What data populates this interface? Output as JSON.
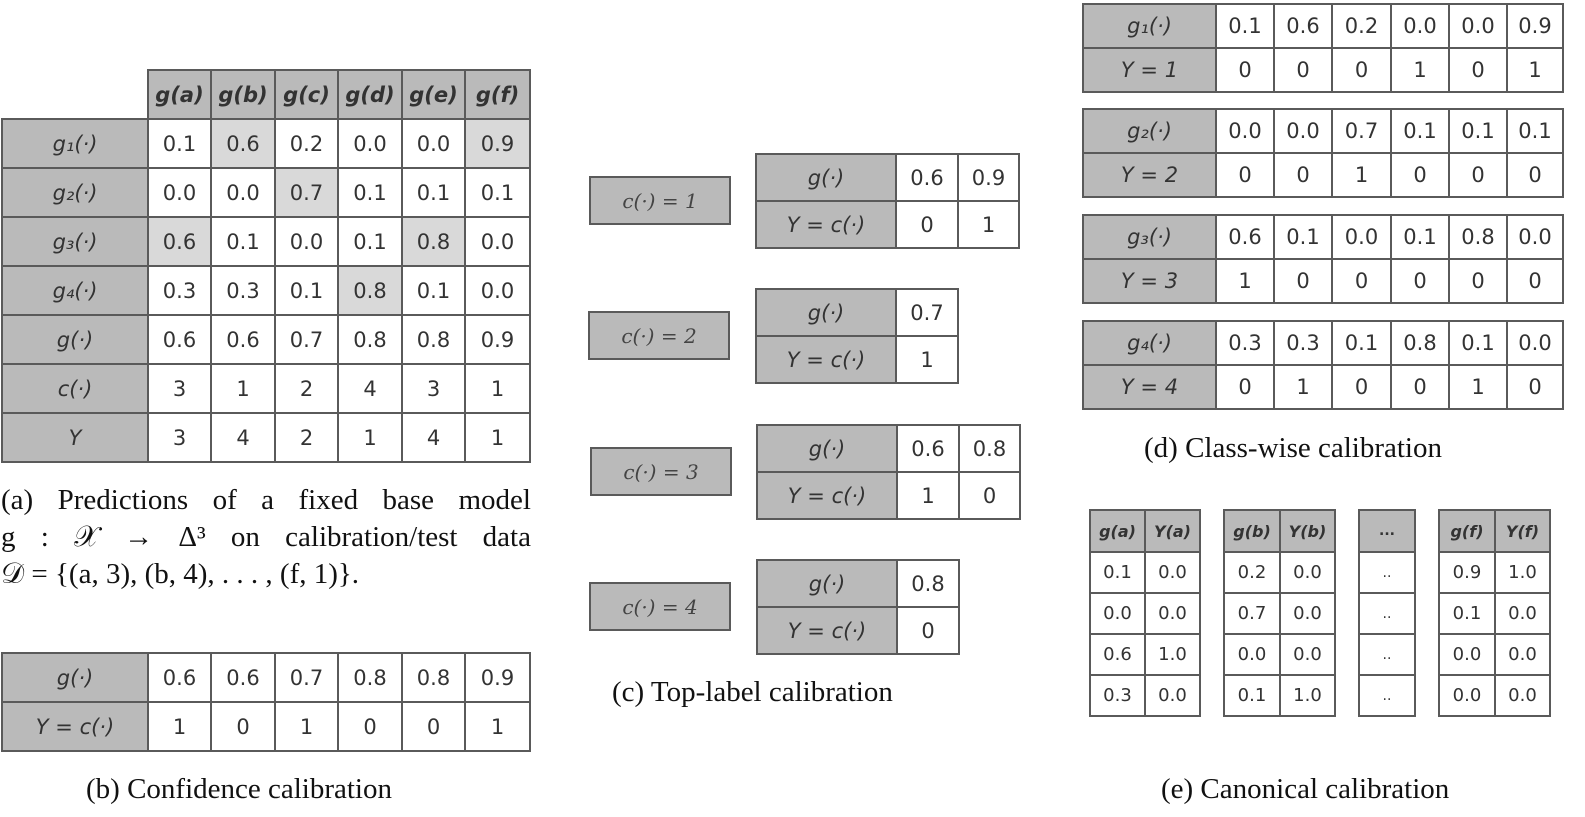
{
  "panel_a": {
    "columns": [
      "g(a)",
      "g(b)",
      "g(c)",
      "g(d)",
      "g(e)",
      "g(f)"
    ],
    "rows": [
      {
        "label": "g₁(·)",
        "values": [
          "0.1",
          "0.6",
          "0.2",
          "0.0",
          "0.0",
          "0.9"
        ],
        "highlight": [
          1,
          5
        ]
      },
      {
        "label": "g₂(·)",
        "values": [
          "0.0",
          "0.0",
          "0.7",
          "0.1",
          "0.1",
          "0.1"
        ],
        "highlight": [
          2
        ]
      },
      {
        "label": "g₃(·)",
        "values": [
          "0.6",
          "0.1",
          "0.0",
          "0.1",
          "0.8",
          "0.0"
        ],
        "highlight": [
          0,
          4
        ]
      },
      {
        "label": "g₄(·)",
        "values": [
          "0.3",
          "0.3",
          "0.1",
          "0.8",
          "0.1",
          "0.0"
        ],
        "highlight": [
          3
        ]
      },
      {
        "label": "g(·)",
        "values": [
          "0.6",
          "0.6",
          "0.7",
          "0.8",
          "0.8",
          "0.9"
        ],
        "highlight": []
      },
      {
        "label": "c(·)",
        "values": [
          "3",
          "1",
          "2",
          "4",
          "3",
          "1"
        ],
        "highlight": []
      },
      {
        "label": "Y",
        "values": [
          "3",
          "4",
          "2",
          "1",
          "4",
          "1"
        ],
        "highlight": []
      }
    ],
    "caption_lines": [
      "(a) Predictions of a fixed base model",
      "g : 𝒳 → Δ³ on calibration/test data",
      "𝒟 = {(a, 3), (b, 4), . . . , (f, 1)}."
    ]
  },
  "panel_b": {
    "rows": [
      {
        "label": "g(·)",
        "values": [
          "0.6",
          "0.6",
          "0.7",
          "0.8",
          "0.8",
          "0.9"
        ]
      },
      {
        "label": "Y = c(·)",
        "values": [
          "1",
          "0",
          "1",
          "0",
          "0",
          "1"
        ]
      }
    ],
    "caption": "(b) Confidence calibration"
  },
  "panel_c": {
    "groups": [
      {
        "label": "c(·) = 1",
        "g": [
          "0.6",
          "0.9"
        ],
        "y": [
          "0",
          "1"
        ]
      },
      {
        "label": "c(·) = 2",
        "g": [
          "0.7"
        ],
        "y": [
          "1"
        ]
      },
      {
        "label": "c(·) = 3",
        "g": [
          "0.6",
          "0.8"
        ],
        "y": [
          "1",
          "0"
        ]
      },
      {
        "label": "c(·) = 4",
        "g": [
          "0.8"
        ],
        "y": [
          "0"
        ]
      }
    ],
    "row_labels": {
      "g": "g(·)",
      "y": "Y = c(·)"
    },
    "caption": "(c) Top-label calibration"
  },
  "panel_d": {
    "tables": [
      {
        "g_label": "g₁(·)",
        "y_label": "Y = 1",
        "g": [
          "0.1",
          "0.6",
          "0.2",
          "0.0",
          "0.0",
          "0.9"
        ],
        "y": [
          "0",
          "0",
          "0",
          "1",
          "0",
          "1"
        ]
      },
      {
        "g_label": "g₂(·)",
        "y_label": "Y = 2",
        "g": [
          "0.0",
          "0.0",
          "0.7",
          "0.1",
          "0.1",
          "0.1"
        ],
        "y": [
          "0",
          "0",
          "1",
          "0",
          "0",
          "0"
        ]
      },
      {
        "g_label": "g₃(·)",
        "y_label": "Y = 3",
        "g": [
          "0.6",
          "0.1",
          "0.0",
          "0.1",
          "0.8",
          "0.0"
        ],
        "y": [
          "1",
          "0",
          "0",
          "0",
          "0",
          "0"
        ]
      },
      {
        "g_label": "g₄(·)",
        "y_label": "Y = 4",
        "g": [
          "0.3",
          "0.3",
          "0.1",
          "0.8",
          "0.1",
          "0.0"
        ],
        "y": [
          "0",
          "1",
          "0",
          "0",
          "1",
          "0"
        ]
      }
    ],
    "caption": "(d) Class-wise calibration"
  },
  "panel_e": {
    "tables": [
      {
        "headers": [
          "g(a)",
          "Y(a)"
        ],
        "rows": [
          [
            "0.1",
            "0.0"
          ],
          [
            "0.0",
            "0.0"
          ],
          [
            "0.6",
            "1.0"
          ],
          [
            "0.3",
            "0.0"
          ]
        ]
      },
      {
        "headers": [
          "g(b)",
          "Y(b)"
        ],
        "rows": [
          [
            "0.2",
            "0.0"
          ],
          [
            "0.7",
            "0.0"
          ],
          [
            "0.0",
            "0.0"
          ],
          [
            "0.1",
            "1.0"
          ]
        ]
      },
      {
        "headers": [
          "..."
        ],
        "rows": [
          [
            ".."
          ],
          [
            ".."
          ],
          [
            ".."
          ],
          [
            ".."
          ]
        ]
      },
      {
        "headers": [
          "g(f)",
          "Y(f)"
        ],
        "rows": [
          [
            "0.9",
            "1.0"
          ],
          [
            "0.1",
            "0.0"
          ],
          [
            "0.0",
            "0.0"
          ],
          [
            "0.0",
            "0.0"
          ]
        ]
      }
    ],
    "caption": "(e) Canonical calibration"
  }
}
